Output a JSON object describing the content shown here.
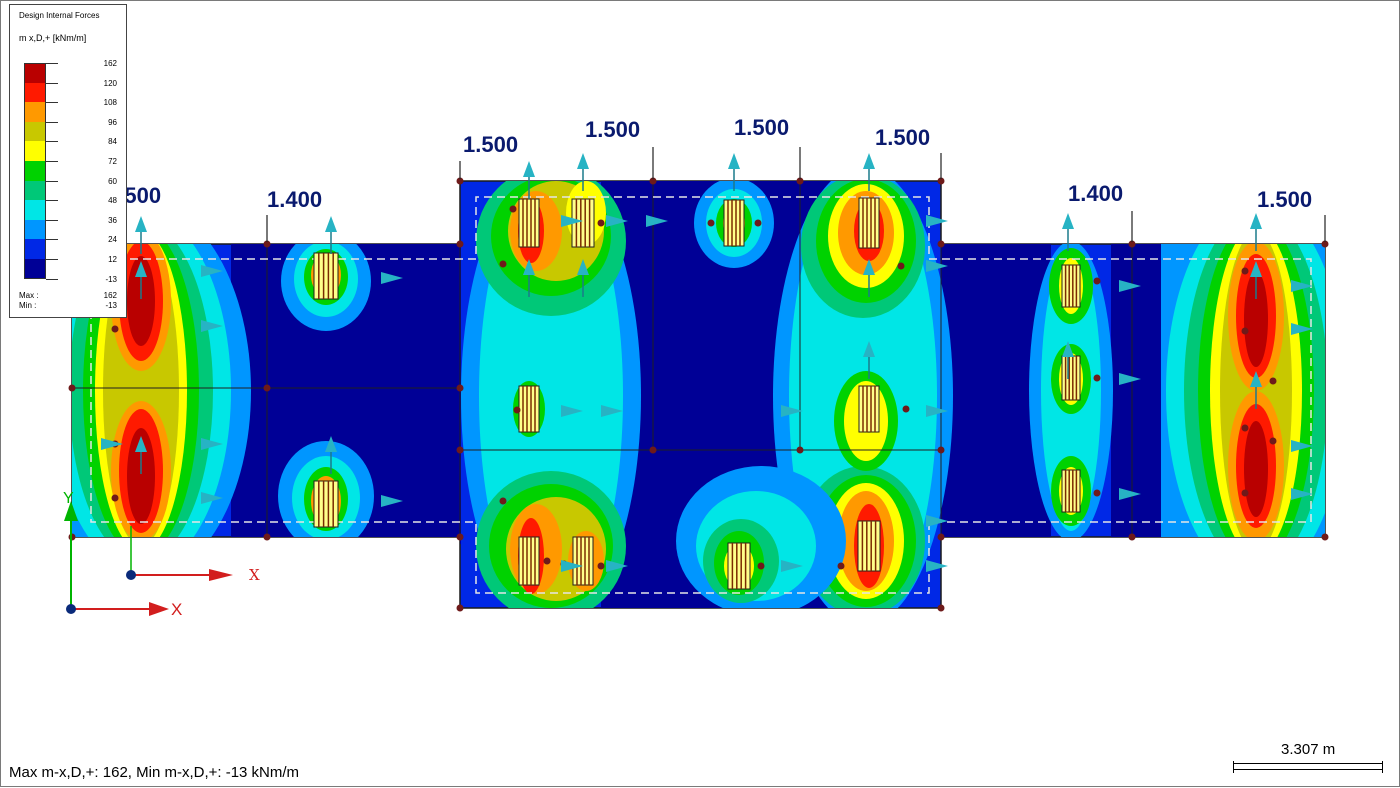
{
  "legend": {
    "title": "Design Internal Forces",
    "unit_label": "m x,D,+ [kNm/m]",
    "bands": [
      {
        "value": "162",
        "color": "#b90000"
      },
      {
        "value": "120",
        "color": "#ff1a00"
      },
      {
        "value": "108",
        "color": "#ff9900"
      },
      {
        "value": "96",
        "color": "#c8c800"
      },
      {
        "value": "84",
        "color": "#ffff00"
      },
      {
        "value": "72",
        "color": "#00d200"
      },
      {
        "value": "60",
        "color": "#00c878"
      },
      {
        "value": "48",
        "color": "#00e6e6"
      },
      {
        "value": "36",
        "color": "#0096ff"
      },
      {
        "value": "24",
        "color": "#0028e6"
      },
      {
        "value": "12",
        "color": "#000096"
      }
    ],
    "last_value": "-13",
    "max_label": "Max :",
    "max_value": "162",
    "min_label": "Min :",
    "min_value": "-13"
  },
  "dimensions": [
    {
      "text": "1.500"
    },
    {
      "text": "1.400"
    },
    {
      "text": "1.500"
    },
    {
      "text": "1.500"
    },
    {
      "text": "1.500"
    },
    {
      "text": "1.500"
    },
    {
      "text": "1.400"
    },
    {
      "text": "1.500"
    }
  ],
  "axes": {
    "global_y": "Y",
    "global_x": "X",
    "local_x": "X"
  },
  "status": {
    "text": "Max m-x,D,+: 162, Min m-x,D,+: -13 kNm/m"
  },
  "scale": {
    "label": "3.307 m"
  },
  "colors": {
    "background_slab": "#000096",
    "arrow": "#27b3c4",
    "dimension_text": "#0a1a6e",
    "node": "#6e1a1a",
    "axis_x": "#d21e1e",
    "axis_y": "#00b400",
    "axis_origin": "#0a2a7a"
  }
}
